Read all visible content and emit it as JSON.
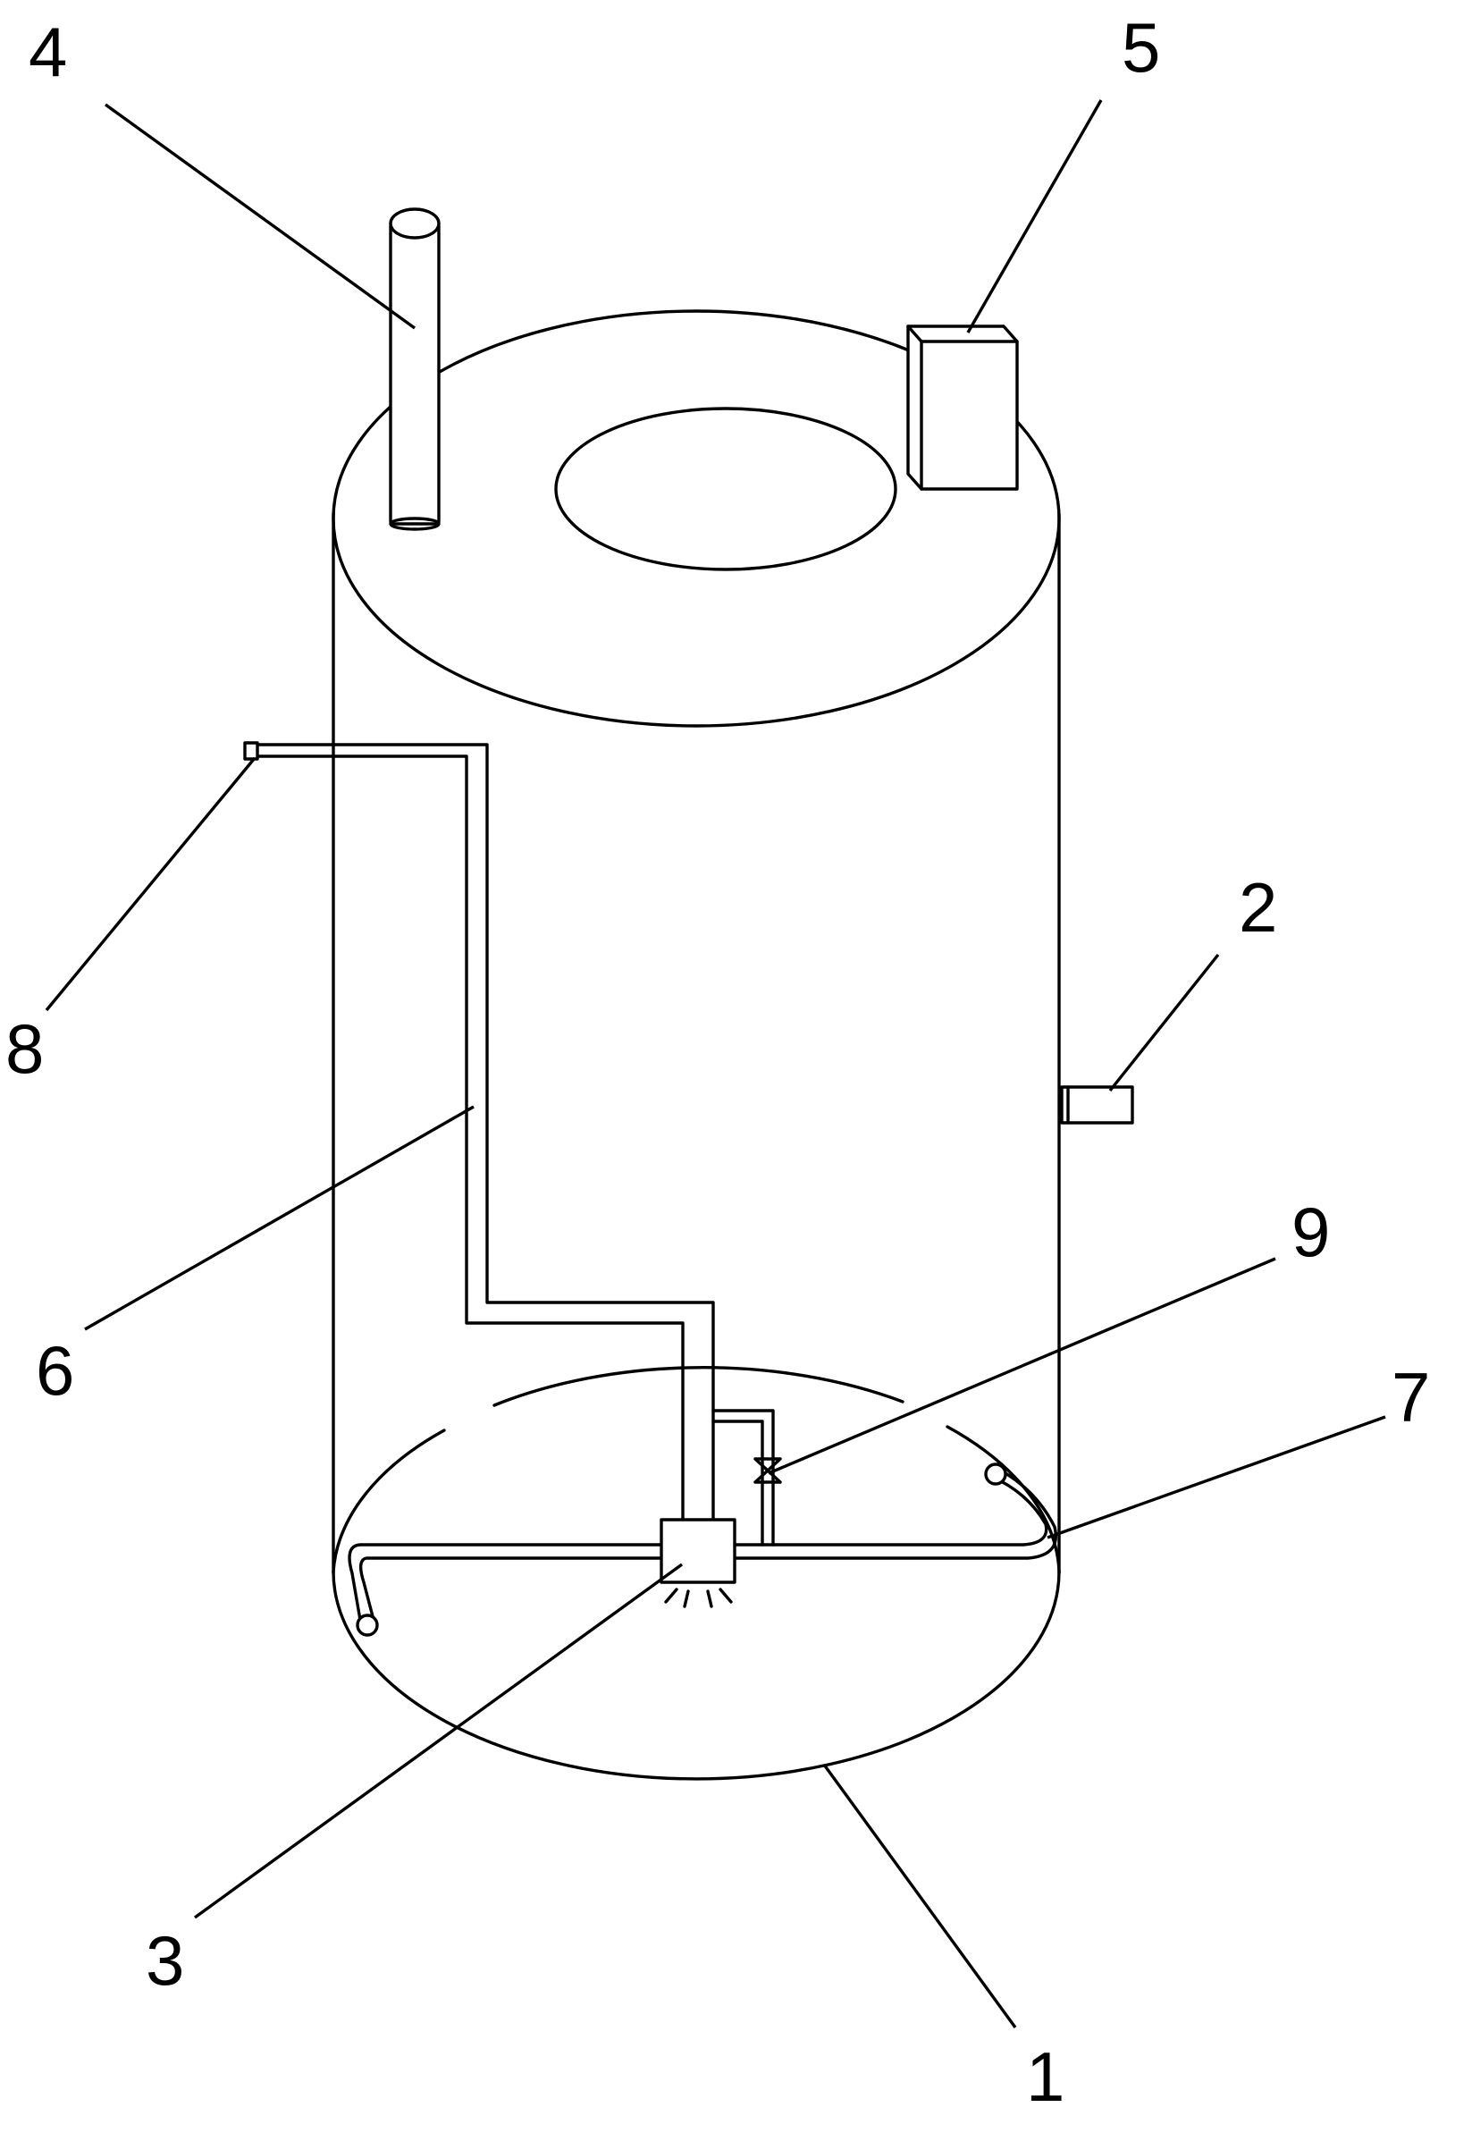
{
  "labels": {
    "tank_body": "1",
    "side_outlet": "2",
    "pump_unit": "3",
    "vent_pipe": "4",
    "control_box": "5",
    "riser_pipe": "6",
    "bottom_pipe": "7",
    "pipe_outlet": "8",
    "valve": "9"
  }
}
